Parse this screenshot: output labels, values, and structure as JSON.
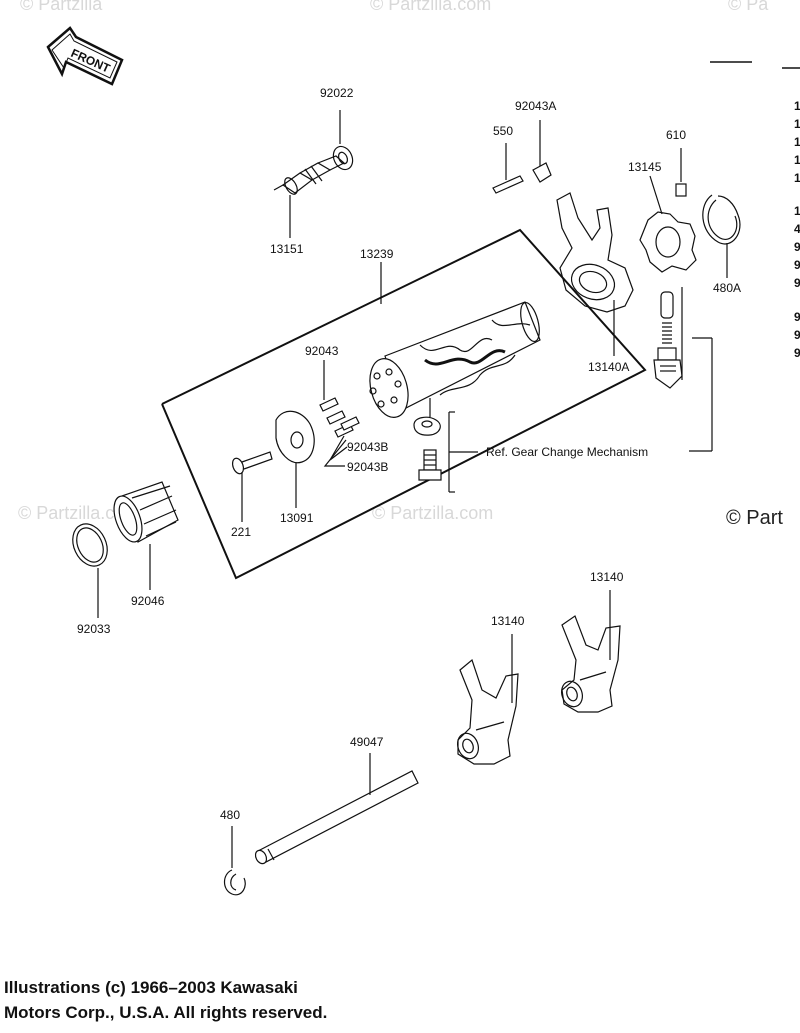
{
  "watermarks": {
    "top_left": "© Partzilla",
    "top_center": "© Partzilla.com",
    "top_right": "© Pa",
    "mid_left": "© Partzilla.com",
    "mid_center": "© Partzilla.com",
    "mid_right": "© Part"
  },
  "front_marker": "FRONT",
  "parts": {
    "p92022": "92022",
    "p92043A": "92043A",
    "p550": "550",
    "p610": "610",
    "p13145": "13145",
    "p13151": "13151",
    "p13239": "13239",
    "p480A": "480A",
    "p92043": "92043",
    "p13140A": "13140A",
    "p92043B_1": "92043B",
    "p92043B_2": "92043B",
    "p221": "221",
    "p13091": "13091",
    "p92046": "92046",
    "p92033": "92033",
    "p13140_right": "13140",
    "p13140_left": "13140",
    "p49047": "49047",
    "p480": "480"
  },
  "reference_note": "Ref.  Gear Change Mechanism",
  "copyright": {
    "line1": "Illustrations (c) 1966–2003 Kawasaki",
    "line2": "Motors Corp., U.S.A.  All rights reserved."
  },
  "right_edge_fragments": [
    "1",
    "1",
    "1",
    "1",
    "1",
    "1",
    "4",
    "9",
    "9",
    "9",
    "9",
    "9",
    "9"
  ]
}
